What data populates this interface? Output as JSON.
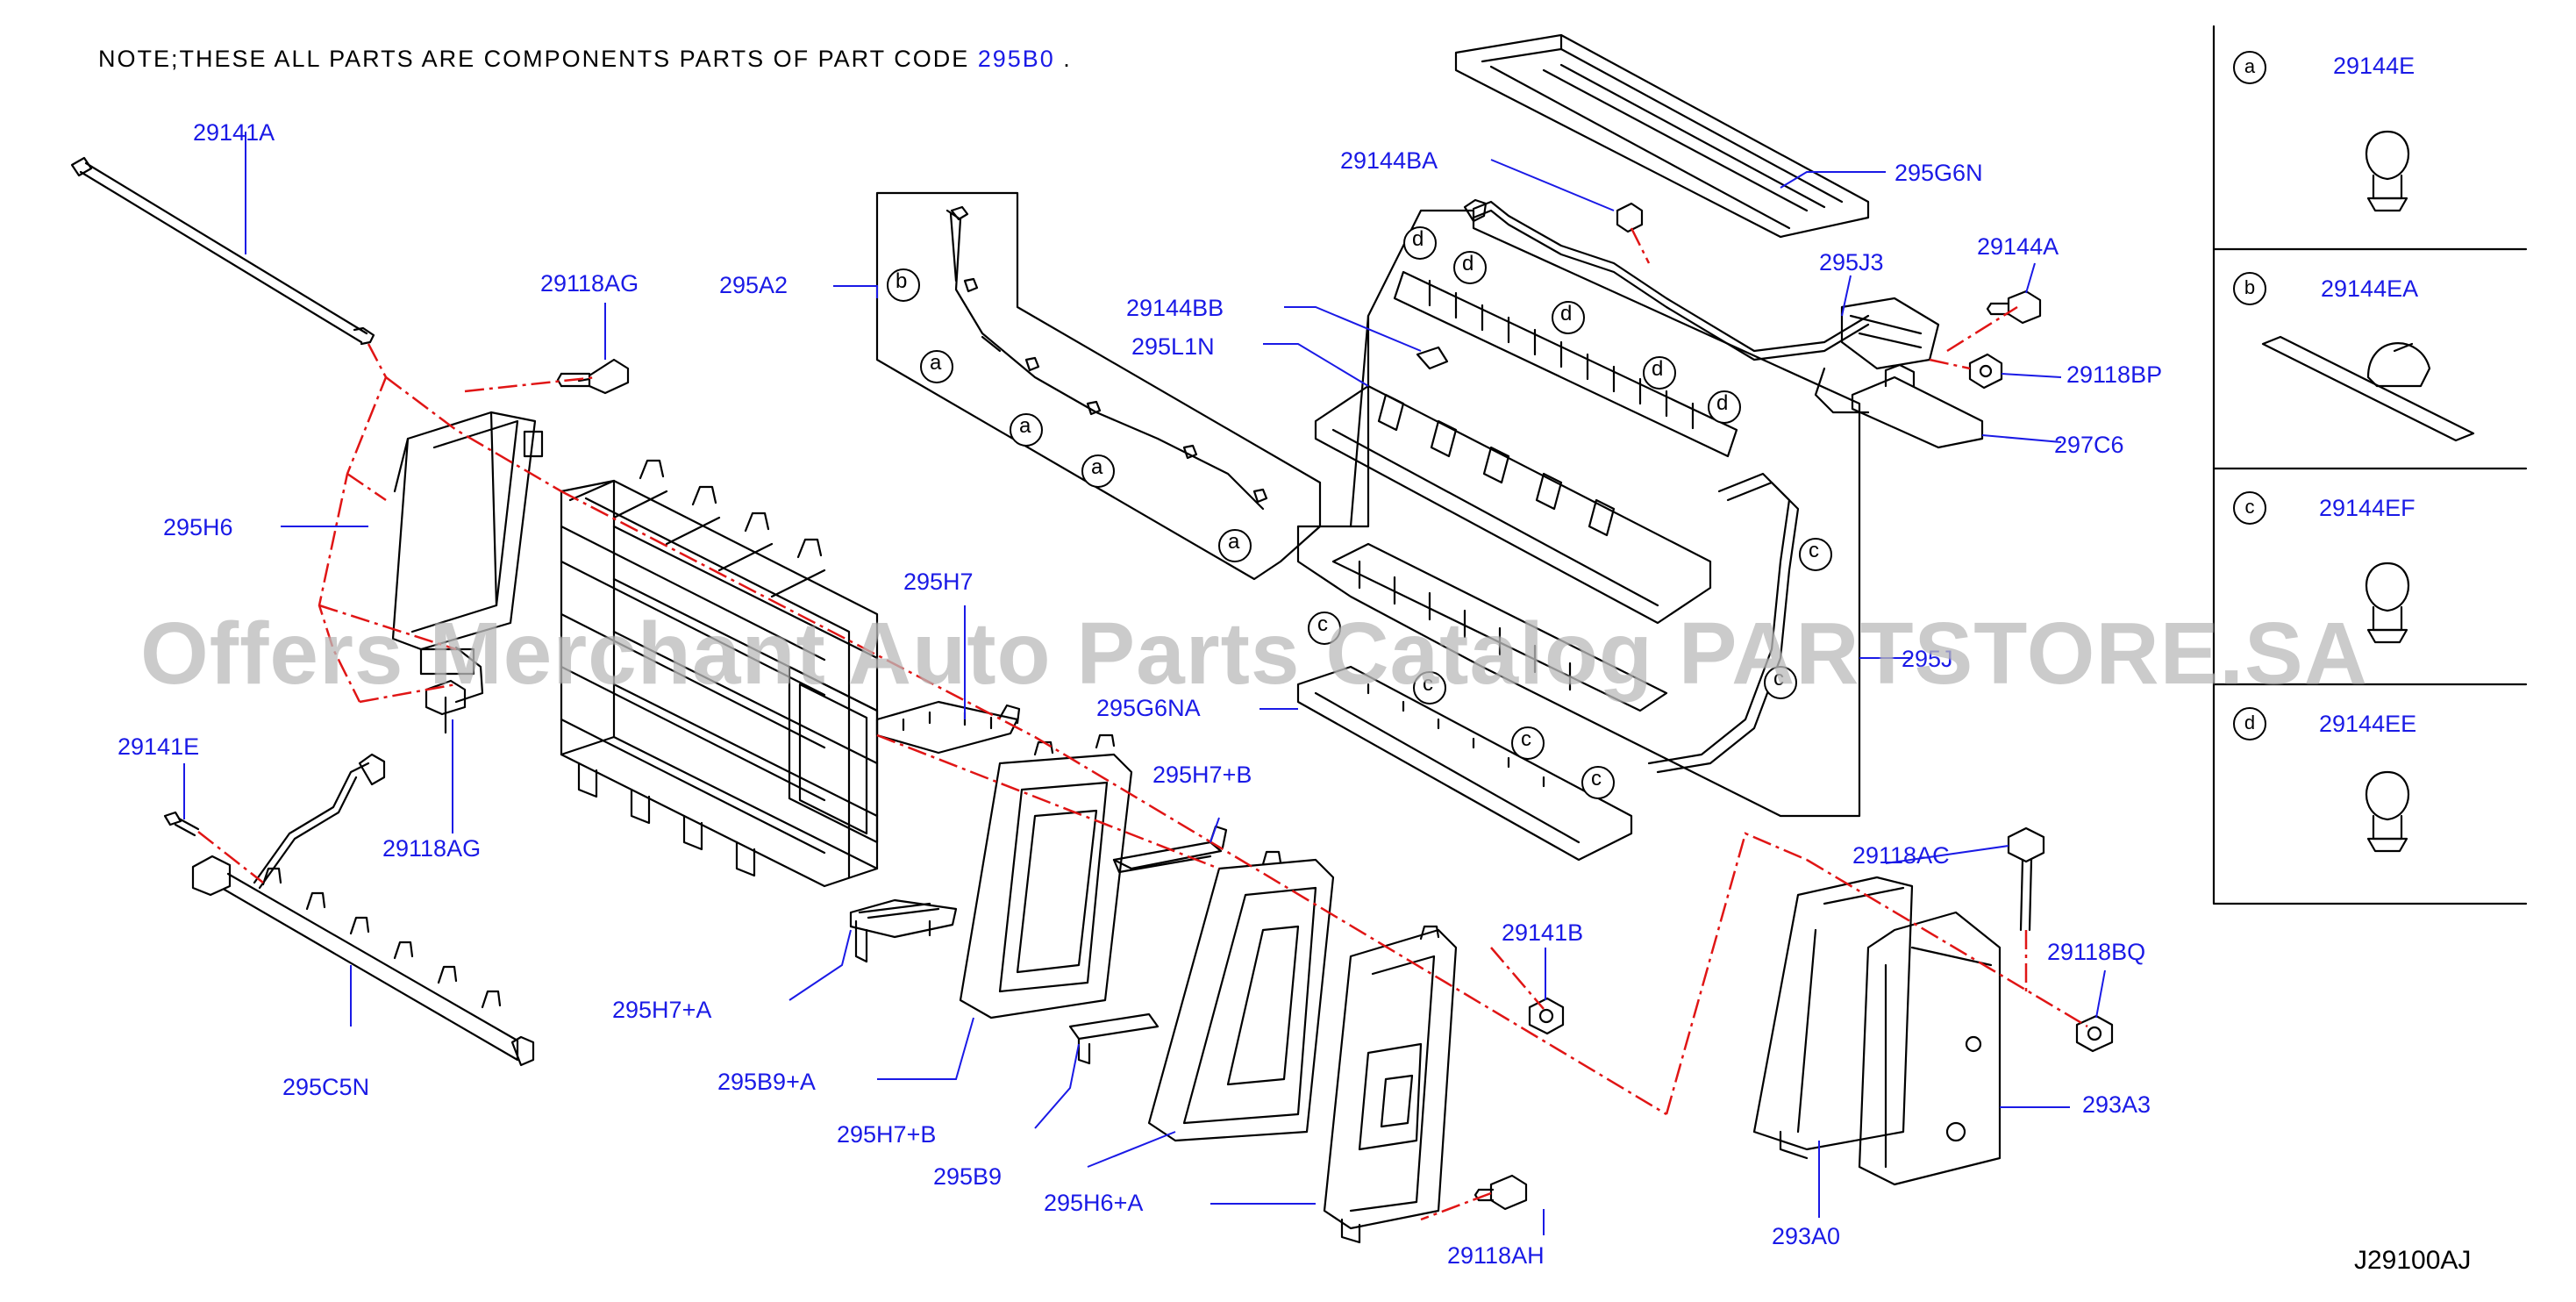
{
  "note": {
    "text": "NOTE;THESE  ALL  PARTS  ARE  COMPONENTS  PARTS  OF  PART  CODE ",
    "code": "295B0",
    "tail": " ."
  },
  "labels": {
    "l29141A": "29141A",
    "l29118AG_top": "29118AG",
    "l295H6": "295H6",
    "l29141E": "29141E",
    "l29118AG_bottom": "29118AG",
    "l295C5N": "295C5N",
    "l295A2": "295A2",
    "l295H7": "295H7",
    "l295H7A": "295H7+A",
    "l295B9A": "295B9+A",
    "l295H7B_lower": "295H7+B",
    "l295B9": "295B9",
    "l295H6A": "295H6+A",
    "l29144BA": "29144BA",
    "l29144BB": "29144BB",
    "l295L1N": "295L1N",
    "l295G6NA": "295G6NA",
    "l295H7B_upper": "295H7+B",
    "l295G6N": "295G6N",
    "l295J3": "295J3",
    "l29144A": "29144A",
    "l29118BP": "29118BP",
    "l297C6": "297C6",
    "l295J": "295J",
    "l29141B": "29141B",
    "l29118AH": "29118AH",
    "l29118AC": "29118AC",
    "l29118BQ": "29118BQ",
    "l293A3": "293A3",
    "l293A0": "293A0"
  },
  "callout_letters": {
    "a": "a",
    "b": "b",
    "c": "c",
    "d": "d"
  },
  "legend": [
    {
      "letter": "a",
      "part": "29144E"
    },
    {
      "letter": "b",
      "part": "29144EA"
    },
    {
      "letter": "c",
      "part": "29144EF"
    },
    {
      "letter": "d",
      "part": "29144EE"
    }
  ],
  "diagram_ref": "J29100AJ",
  "watermark": "Offers Merchant Auto Parts Catalog PARTSTORE.SA",
  "colors": {
    "label": "#1a1ae6",
    "leader": "#1a1ae6",
    "dashdot": "#e01515",
    "line": "#000000"
  }
}
